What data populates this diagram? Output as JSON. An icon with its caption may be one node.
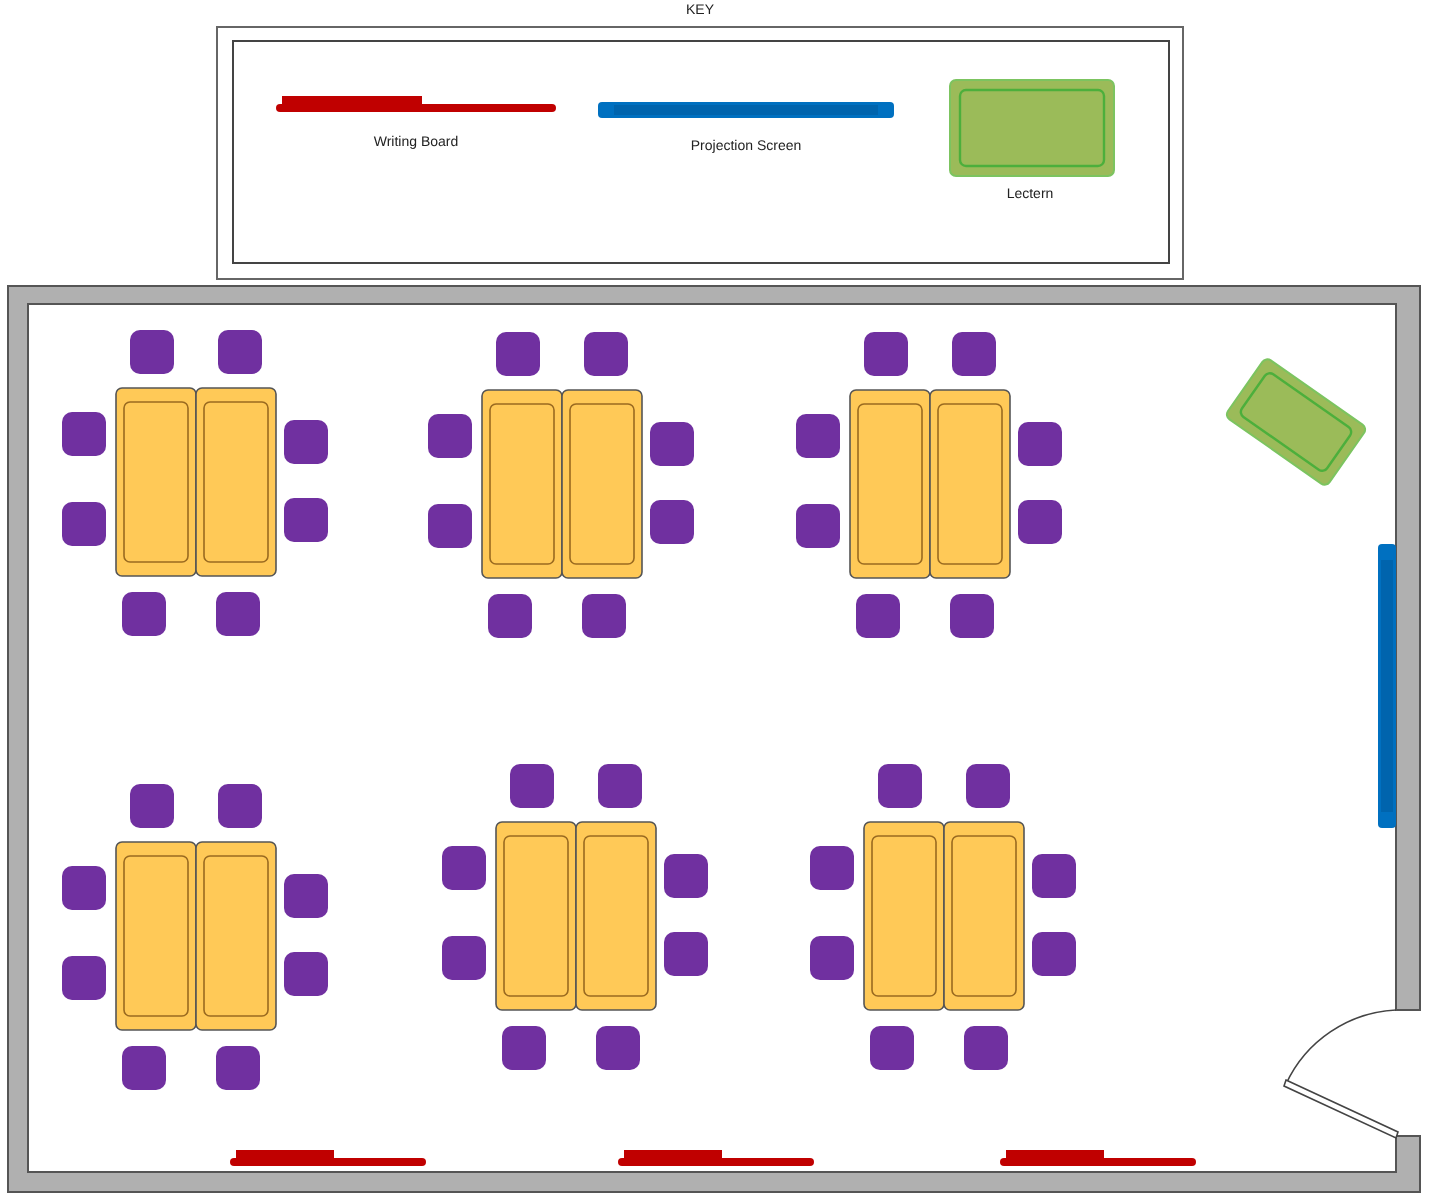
{
  "diagram": {
    "title": "KEY",
    "legend": [
      {
        "text": "Writing Board"
      },
      {
        "text": "Projection Screen"
      },
      {
        "text": "Lectern"
      }
    ]
  }
}
